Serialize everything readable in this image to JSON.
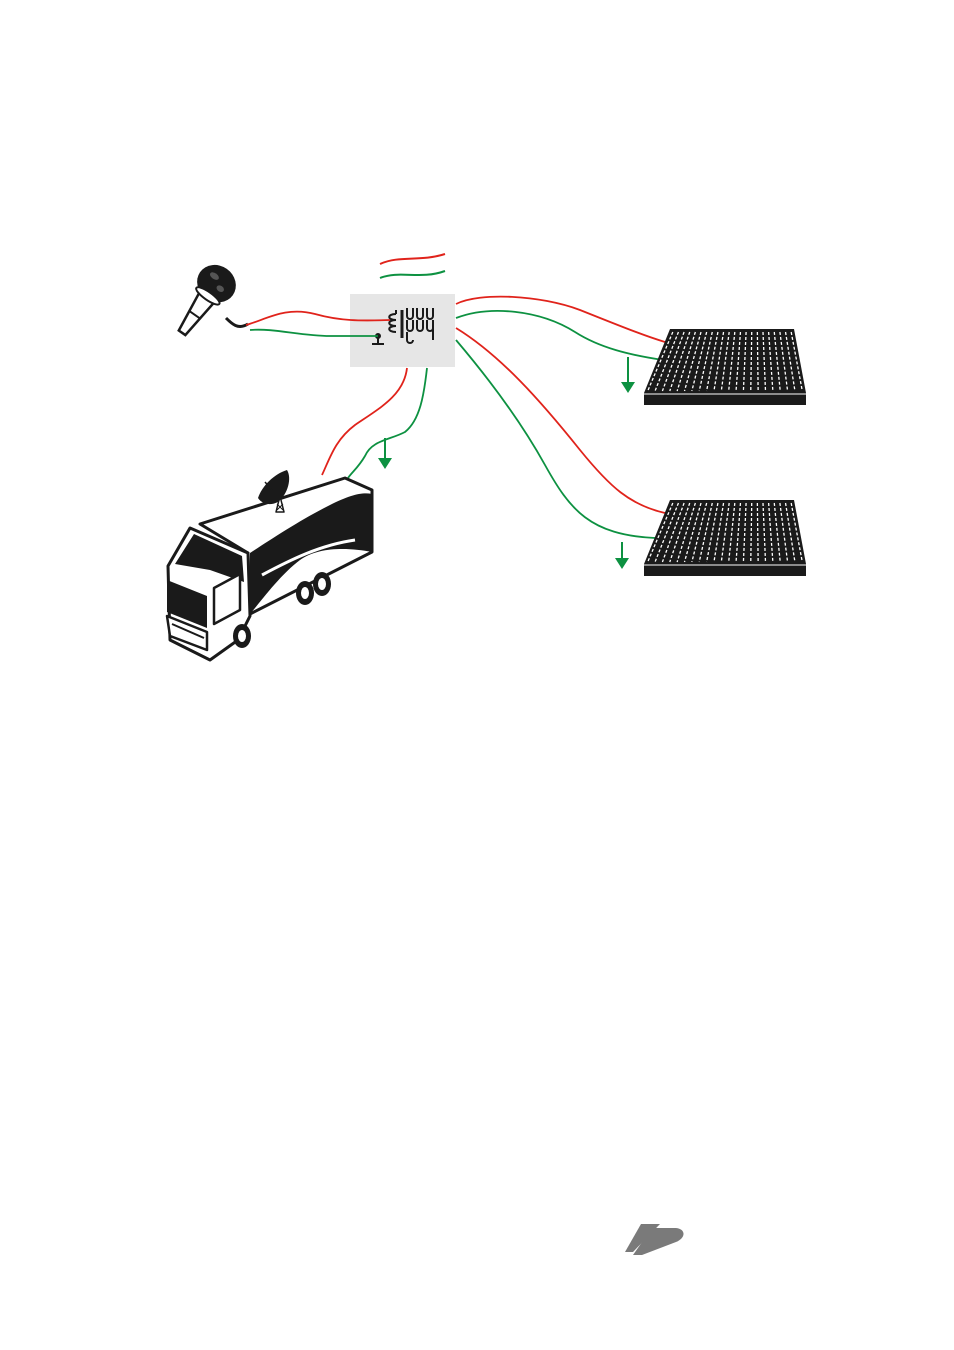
{
  "colors": {
    "signal_wire": "#e0231b",
    "ground_wire": "#0d9141",
    "splitter_box": "#e6e6e6",
    "equipment_ink": "#1a1a1a",
    "background": "#ffffff",
    "logo": "#7a7a7a"
  },
  "diagram": {
    "legend": {
      "signal_line": "signal-wire-sample",
      "ground_line": "ground-wire-sample"
    },
    "nodes": [
      {
        "id": "microphone",
        "icon": "microphone-icon"
      },
      {
        "id": "splitter",
        "icon": "transformer-symbol-icon"
      },
      {
        "id": "mixer-top",
        "icon": "mixing-console-icon"
      },
      {
        "id": "mixer-bottom",
        "icon": "mixing-console-icon"
      },
      {
        "id": "ob-truck",
        "icon": "broadcast-truck-icon"
      }
    ],
    "connections": [
      {
        "from": "microphone",
        "to": "splitter",
        "pair": [
          "signal",
          "ground"
        ]
      },
      {
        "from": "splitter",
        "to": "mixer-top",
        "pair": [
          "signal",
          "ground"
        ],
        "ground_terminal": true
      },
      {
        "from": "splitter",
        "to": "mixer-bottom",
        "pair": [
          "signal",
          "ground"
        ],
        "ground_terminal": true
      },
      {
        "from": "splitter",
        "to": "ob-truck",
        "pair": [
          "signal",
          "ground"
        ],
        "ground_terminal": true
      }
    ]
  },
  "footer": {
    "logo_icon": "company-logo-icon"
  }
}
